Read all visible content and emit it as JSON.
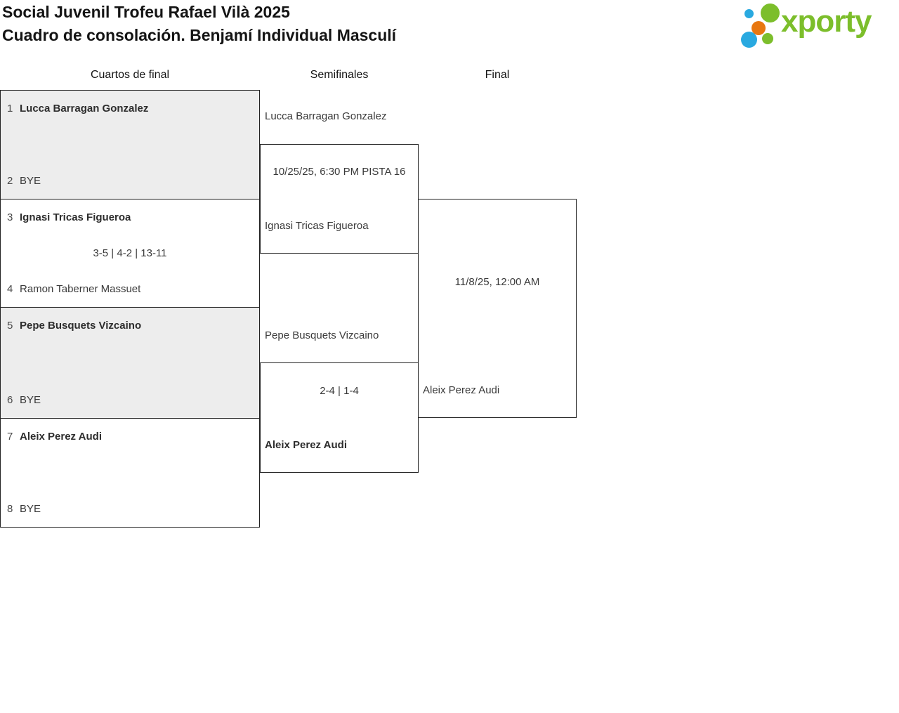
{
  "page": {
    "title_line1": "Social Juvenil Trofeu Rafael Vilà 2025",
    "title_line2": "Cuadro de consolación. Benjamí Individual Masculí"
  },
  "logo": {
    "text": "xporty"
  },
  "colors": {
    "brand_green": "#7CBE2B",
    "brand_blue": "#29A9E0",
    "brand_orange": "#E8770F",
    "shaded_match_bg": "#EDEDED",
    "box_border": "#222222"
  },
  "round_headers": [
    "Cuartos de final",
    "Semifinales",
    "Final"
  ],
  "quarterfinals": [
    {
      "shaded": true,
      "top": {
        "seed": "1",
        "name": "Lucca Barragan Gonzalez",
        "winner": true
      },
      "bottom": {
        "seed": "2",
        "name": "BYE",
        "winner": false
      },
      "center": ""
    },
    {
      "shaded": false,
      "top": {
        "seed": "3",
        "name": "Ignasi Tricas Figueroa",
        "winner": true
      },
      "bottom": {
        "seed": "4",
        "name": "Ramon Taberner Massuet",
        "winner": false
      },
      "center": "3-5 | 4-2 | 13-11"
    },
    {
      "shaded": true,
      "top": {
        "seed": "5",
        "name": "Pepe Busquets Vizcaino",
        "winner": true
      },
      "bottom": {
        "seed": "6",
        "name": "BYE",
        "winner": false
      },
      "center": ""
    },
    {
      "shaded": false,
      "top": {
        "seed": "7",
        "name": "Aleix Perez Audi",
        "winner": true
      },
      "bottom": {
        "seed": "8",
        "name": "BYE",
        "winner": false
      },
      "center": ""
    }
  ],
  "semifinals": [
    {
      "top": {
        "name": "Lucca Barragan Gonzalez",
        "winner": false
      },
      "bottom": {
        "name": "Ignasi Tricas Figueroa",
        "winner": false
      },
      "center": "10/25/25, 6:30 PM PISTA 16"
    },
    {
      "top": {
        "name": "Pepe Busquets Vizcaino",
        "winner": false
      },
      "bottom": {
        "name": "Aleix Perez Audi",
        "winner": true
      },
      "center": "2-4 | 1-4"
    }
  ],
  "final": {
    "top": {
      "name": "",
      "winner": false
    },
    "bottom": {
      "name": "Aleix Perez Audi",
      "winner": false
    },
    "center": "11/8/25, 12:00 AM"
  }
}
